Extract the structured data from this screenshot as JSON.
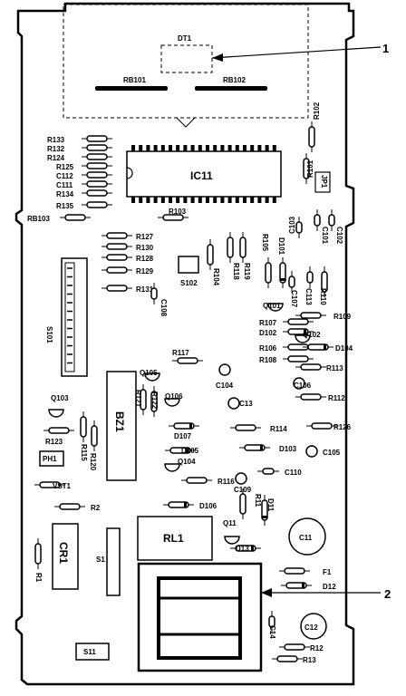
{
  "callouts": {
    "one": "1",
    "two": "2"
  },
  "display": {
    "label": "DT1",
    "rb_left": "RB101",
    "rb_right": "RB102"
  },
  "ic": {
    "label": "IC11"
  },
  "labels": {
    "R133": "R133",
    "R132": "R132",
    "R124": "R124",
    "R125": "R125",
    "C112": "C112",
    "C111": "C111",
    "R134": "R134",
    "R135": "R135",
    "RB103": "RB103",
    "R103": "R103",
    "R102": "R102",
    "R101": "R101",
    "JP": "JP1",
    "C103": "C103",
    "C101": "C101",
    "C102": "C102",
    "R127": "R127",
    "R130": "R130",
    "R128": "R128",
    "R129": "R129",
    "R131": "R131",
    "S102": "S102",
    "R104": "R104",
    "R118": "R118",
    "R119": "R119",
    "R105": "R105",
    "D101": "D101",
    "C107": "C107",
    "C113": "C113",
    "R110": "R110",
    "C108": "C108",
    "Q101": "Q101",
    "R109": "R109",
    "S101": "S101",
    "R107": "R107",
    "D102": "D102",
    "Q102": "Q102",
    "R106": "R106",
    "R108": "R108",
    "D104": "D104",
    "R117": "R117",
    "Q105": "Q105",
    "R113": "R113",
    "C104": "C104",
    "C106": "C106",
    "R121": "R121",
    "R122": "R122",
    "Q106": "Q106",
    "C13": "C13",
    "R112": "R112",
    "Q103": "Q103",
    "BZ1": "BZ1",
    "D107": "D107",
    "R114": "R114",
    "R126": "R126",
    "R123": "R123",
    "R115": "R115",
    "R120": "R120",
    "PH1": "PH1",
    "D105": "D105",
    "D103": "D103",
    "C105": "C105",
    "Q104": "Q104",
    "R116": "R116",
    "C110": "C110",
    "C109": "C109",
    "VST1": "VST1",
    "R2": "R2",
    "D106": "D106",
    "R11": "R11",
    "D11": "D11",
    "CR1": "CR1",
    "RL1": "RL1",
    "Q11": "Q11",
    "C11": "C11",
    "D13": "D13",
    "R1": "R1",
    "S1": "S1",
    "F1": "F1",
    "D12": "D12",
    "C14": "C14",
    "C12": "C12",
    "S11": "S11",
    "R12": "R12",
    "R13": "R13"
  }
}
